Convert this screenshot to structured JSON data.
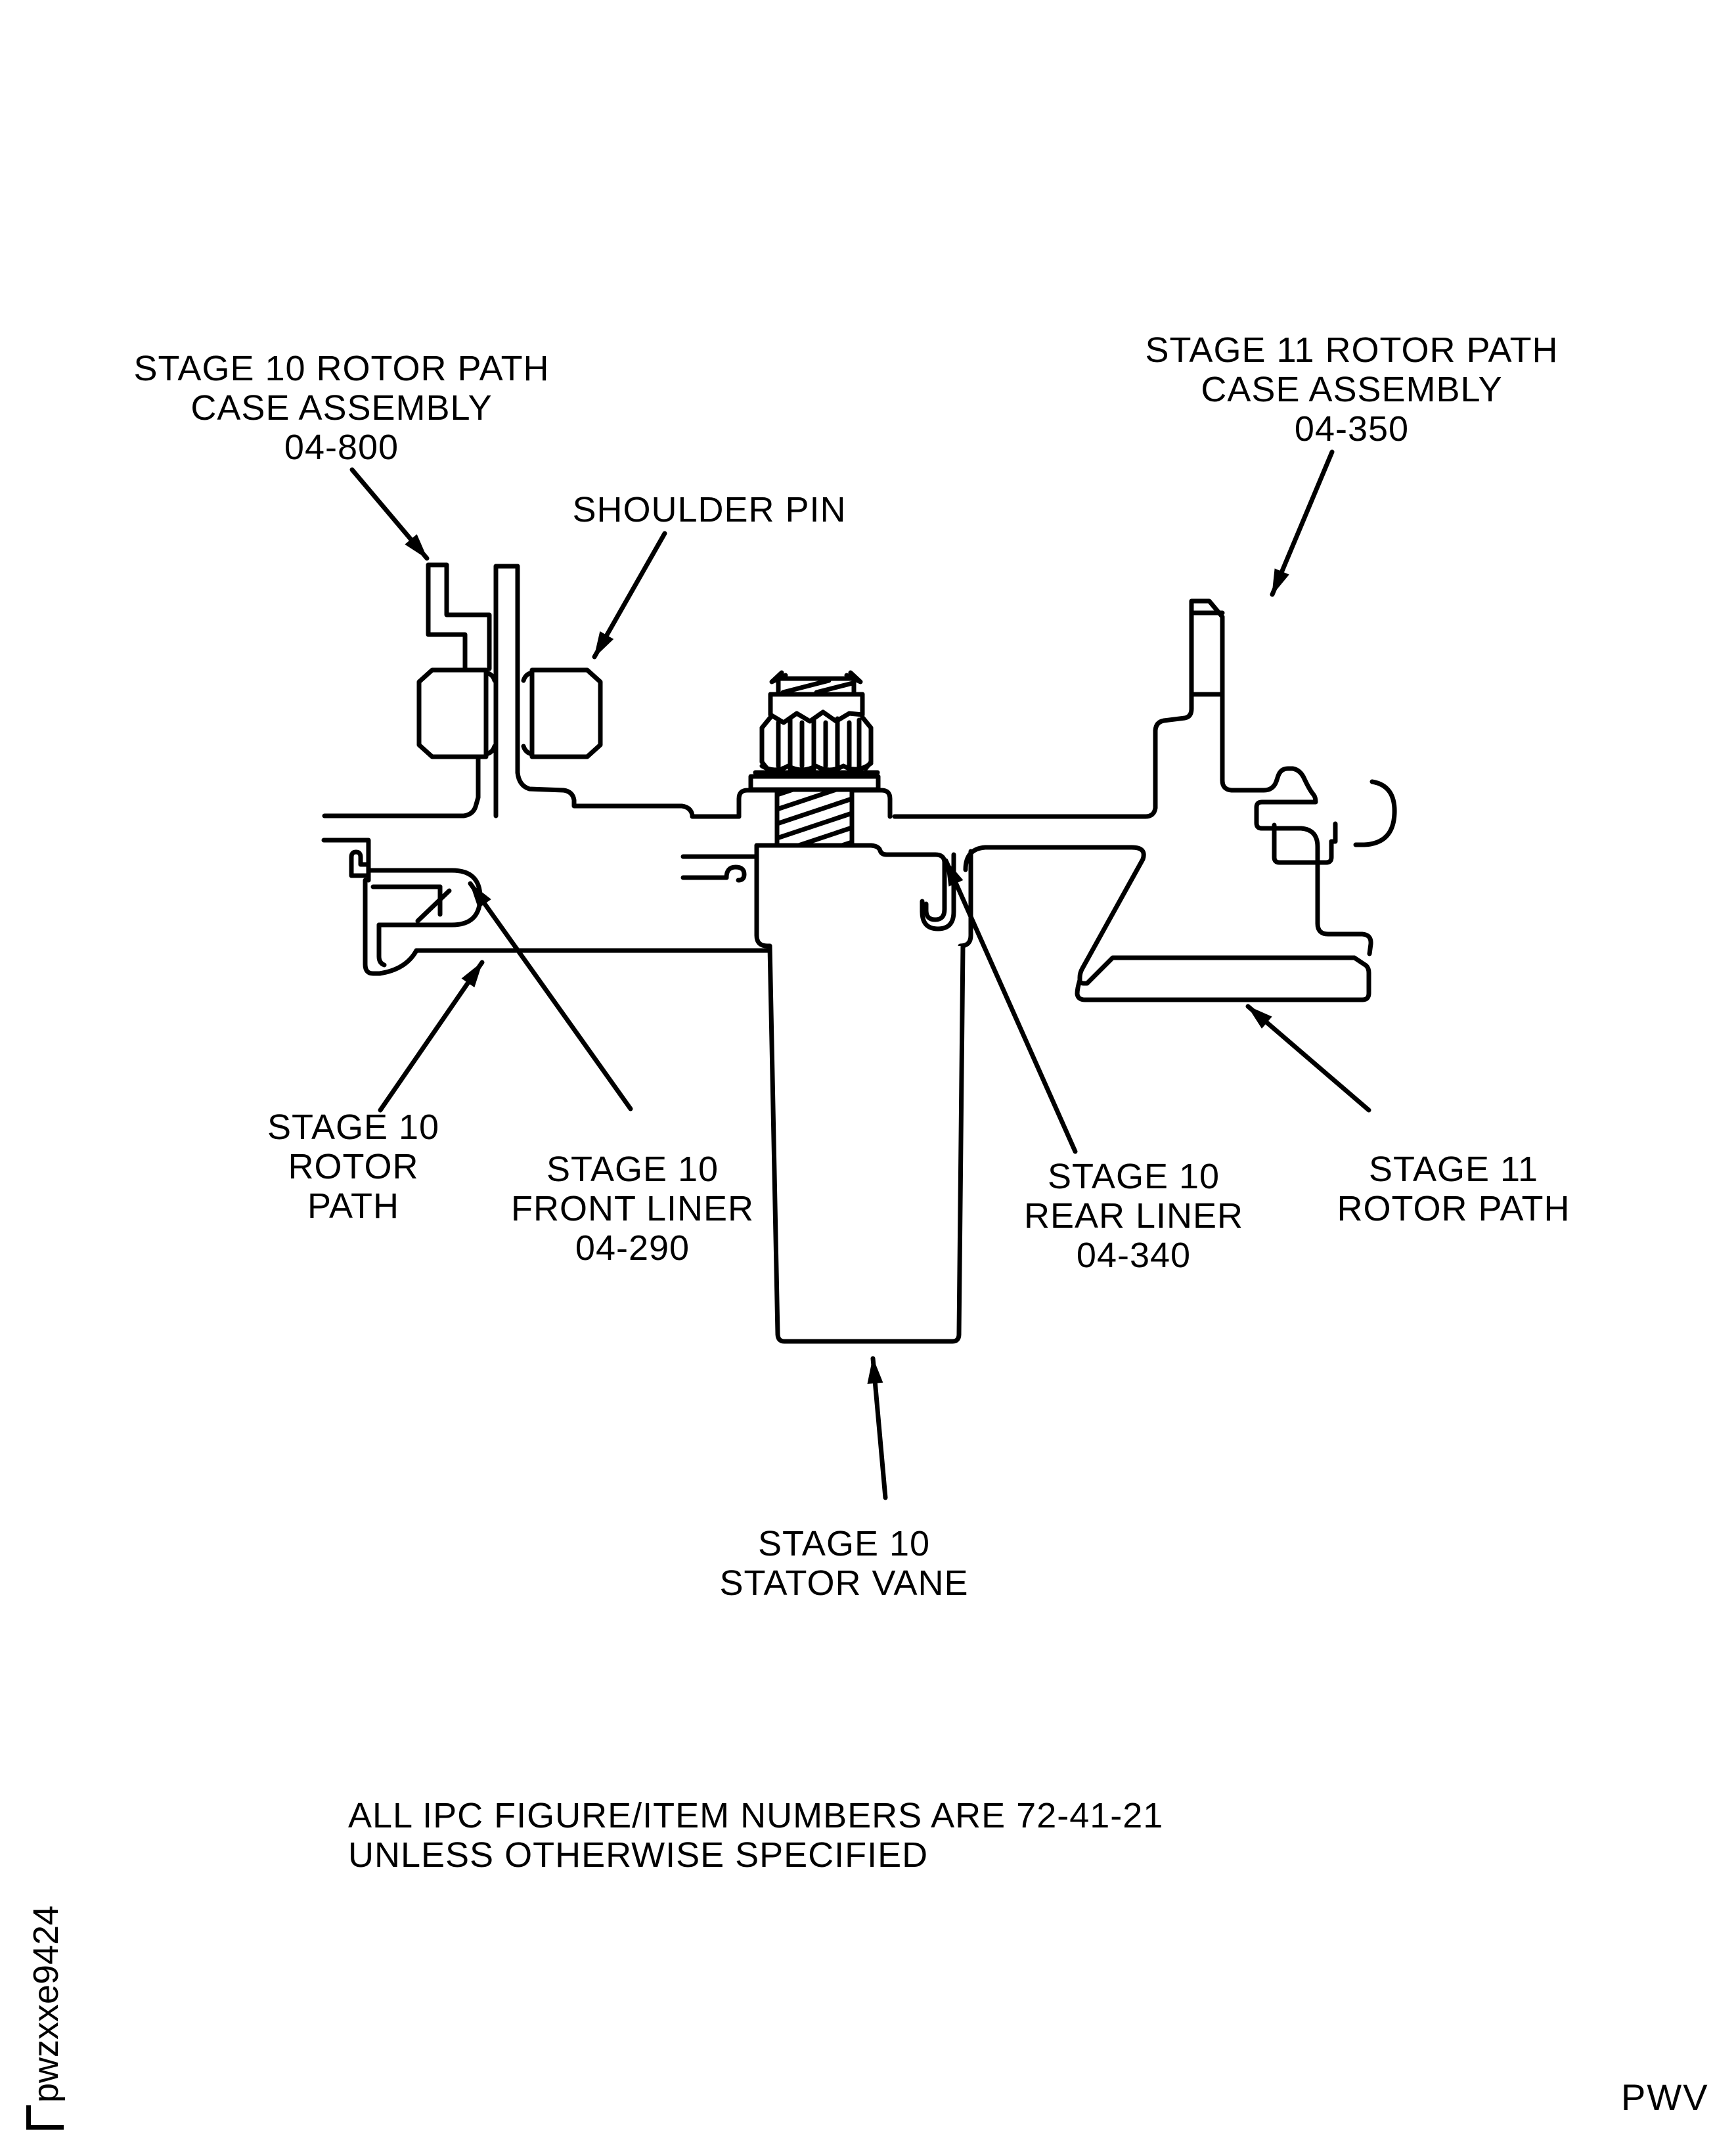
{
  "colors": {
    "ink": "#000000",
    "paper": "#ffffff"
  },
  "labels": {
    "stage10_case": {
      "lines": [
        "STAGE 10 ROTOR PATH",
        "CASE ASSEMBLY",
        "04-800"
      ]
    },
    "shoulder_pin": {
      "lines": [
        "SHOULDER PIN"
      ]
    },
    "stage11_case": {
      "lines": [
        "STAGE 11 ROTOR PATH",
        "CASE ASSEMBLY",
        "04-350"
      ]
    },
    "stage10_rotor_path": {
      "lines": [
        "STAGE 10",
        "ROTOR",
        "PATH"
      ]
    },
    "stage10_front_liner": {
      "lines": [
        "STAGE 10",
        "FRONT LINER",
        "04-290"
      ]
    },
    "stage10_rear_liner": {
      "lines": [
        "STAGE 10",
        "REAR LINER",
        "04-340"
      ]
    },
    "stage11_rotor_path": {
      "lines": [
        "STAGE 11",
        "ROTOR PATH"
      ]
    },
    "stator_vane": {
      "lines": [
        "STAGE 10",
        "STATOR VANE"
      ]
    }
  },
  "note": {
    "lines": [
      "ALL IPC FIGURE/ITEM NUMBERS ARE 72-41-21",
      "UNLESS OTHERWISE SPECIFIED"
    ]
  },
  "footer": {
    "doc_code": "pwzxxe9424",
    "publisher_code": "PWV"
  }
}
